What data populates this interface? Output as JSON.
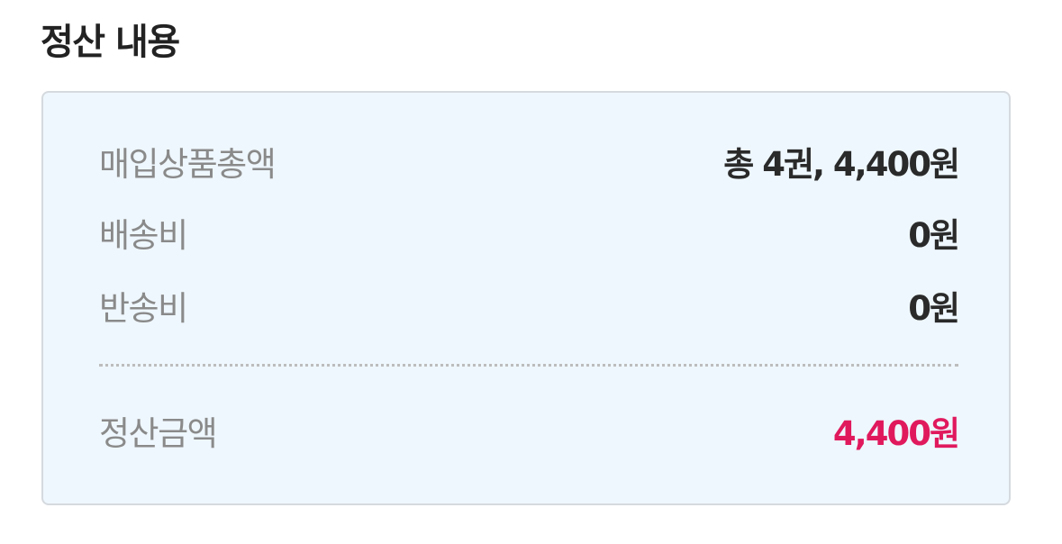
{
  "section": {
    "title": "정산 내용"
  },
  "summary": {
    "rows": [
      {
        "label": "매입상품총액",
        "value": "총 4권, 4,400원"
      },
      {
        "label": "배송비",
        "value": "0원"
      },
      {
        "label": "반송비",
        "value": "0원"
      }
    ],
    "total": {
      "label": "정산금액",
      "value": "4,400원"
    }
  },
  "colors": {
    "total_accent": "#e0195d",
    "box_background": "#eef7fd",
    "box_border": "#d5dadf"
  }
}
